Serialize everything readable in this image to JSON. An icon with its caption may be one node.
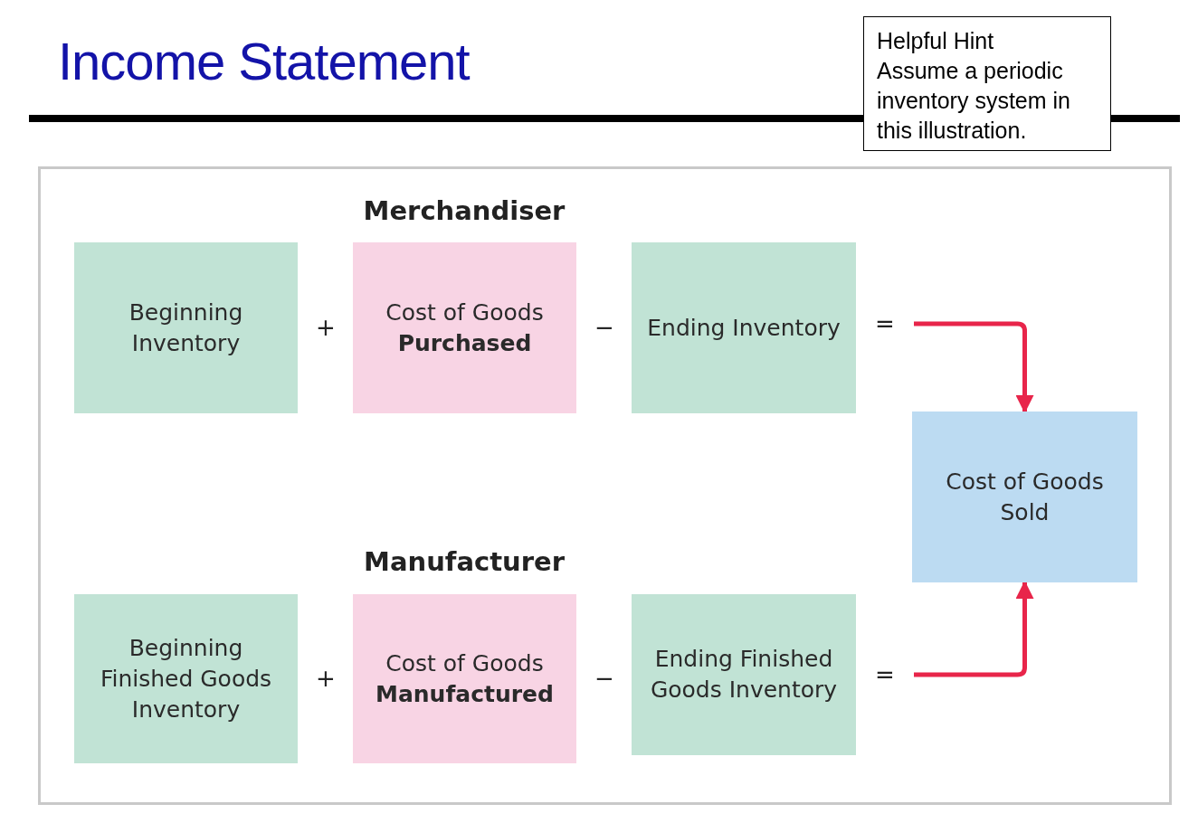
{
  "diagram": {
    "title": "Income Statement",
    "nodes": [
      {
        "text": [
          "Helpful Hint",
          "Assume a periodic inventory system in this illustration."
        ]
      },
      {
        "text": [
          "Beginning Inventory"
        ]
      },
      {
        "text": [
          "Cost of Goods **Purchased**"
        ]
      },
      {
        "text": [
          "Ending Inventory"
        ]
      },
      {
        "text": [
          "Cost of Goods Sold"
        ]
      },
      {
        "text": [
          "Beginning Finished Goods Inventory"
        ]
      },
      {
        "text": [
          "Cost of Goods **Manufactured**"
        ]
      },
      {
        "text": [
          "Ending Finished Goods Inventory"
        ]
      }
    ],
    "edges": [
      {
        "from": null,
        "to": 4,
        "arrow": "to"
      },
      {
        "from": null,
        "to": 4,
        "arrow": "to"
      }
    ],
    "labels": [
      "Merchandiser",
      "+",
      "−",
      "=",
      "Manufacturer",
      "+",
      "−",
      "="
    ]
  }
}
